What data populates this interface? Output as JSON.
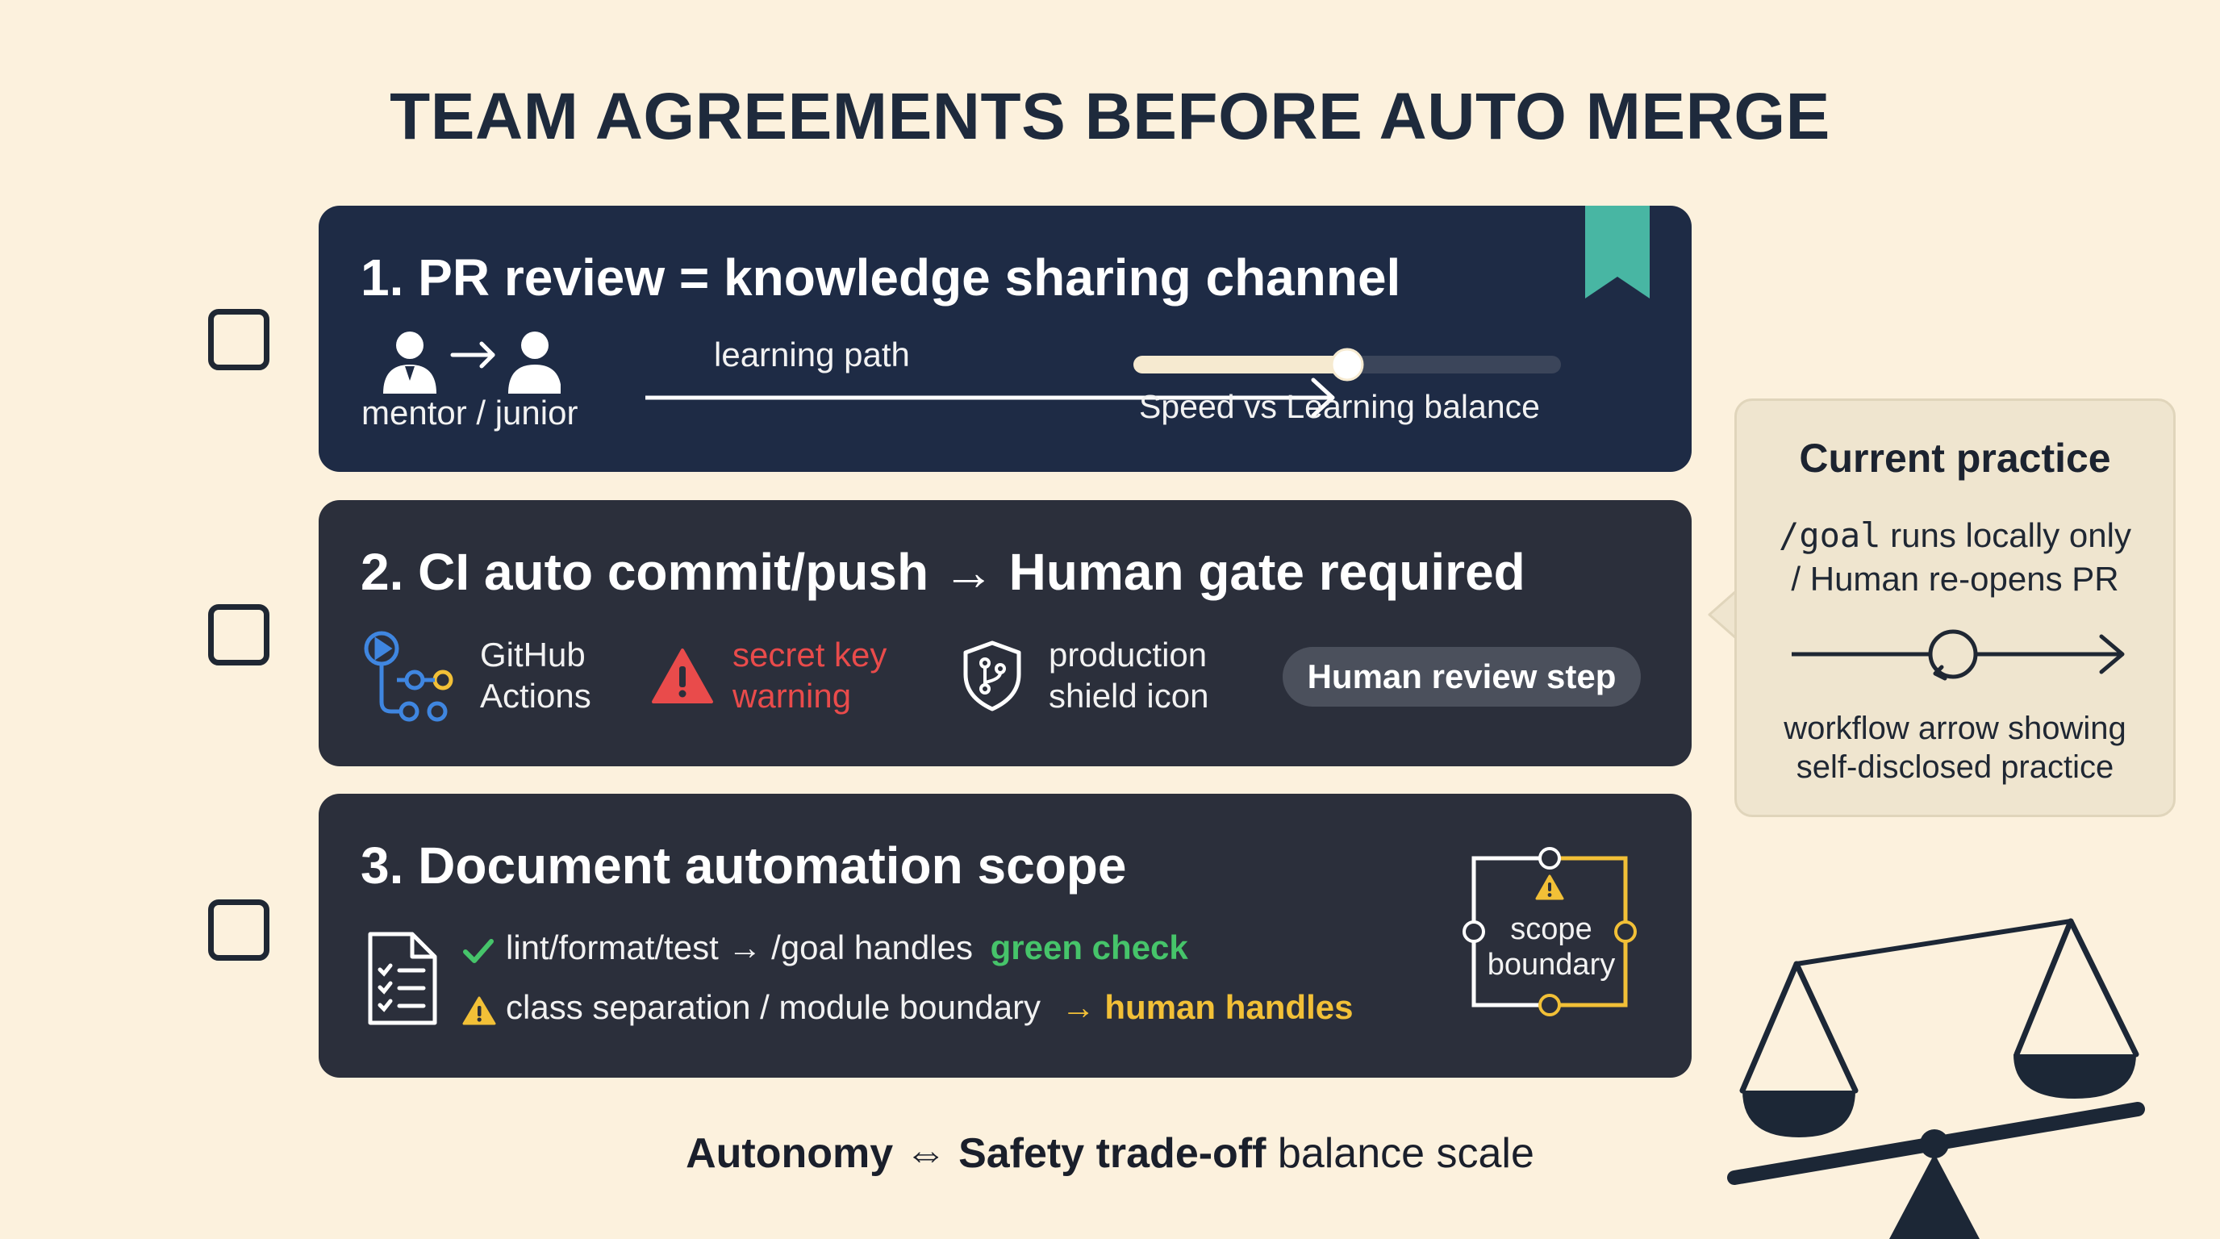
{
  "title": "TEAM AGREEMENTS BEFORE AUTO MERGE",
  "card1": {
    "title": "1. PR review = knowledge sharing channel",
    "mentor_label": "mentor / junior",
    "path_label": "learning path",
    "slider_label": "Speed vs Learning balance",
    "slider_value": 0.5
  },
  "card2": {
    "title": "2. CI auto commit/push → Human gate required",
    "actions_line1": "GitHub",
    "actions_line2": "Actions",
    "warning_line1": "secret key",
    "warning_line2": "warning",
    "shield_line1": "production",
    "shield_line2": "shield icon",
    "pill_label": "Human review step"
  },
  "card3": {
    "title": "3. Document automation scope",
    "line1_text": "lint/format/test → /goal handles",
    "line1_tag": "green check",
    "line2_text": "class separation / module boundary",
    "line2_arrow": "→",
    "line2_tag": "human handles",
    "scope_line1": "scope",
    "scope_line2": "boundary"
  },
  "side": {
    "title": "Current practice",
    "line1_code": "/goal",
    "line1_rest": " runs locally only",
    "line2": "/ Human re-opens PR",
    "caption_line1": "workflow arrow showing",
    "caption_line2": "self-disclosed practice"
  },
  "bottom": {
    "autonomy": "Autonomy",
    "arrow": "⇔",
    "safety": "Safety trade-off",
    "rest": " balance scale"
  },
  "colors": {
    "background": "#fcf1dd",
    "card1": "#1e2b45",
    "card": "#2b2f3b",
    "teal": "#48b6a3",
    "red": "#e94b4b",
    "green": "#46c46a",
    "yellow": "#f2c037",
    "blue": "#3f86e0"
  },
  "icons": [
    "person-icon",
    "arrow-right-icon",
    "bookmark-icon",
    "github-actions-icon",
    "warning-icon",
    "shield-icon",
    "document-checklist-icon",
    "checkmark-icon",
    "refresh-icon",
    "balance-scale-icon"
  ]
}
